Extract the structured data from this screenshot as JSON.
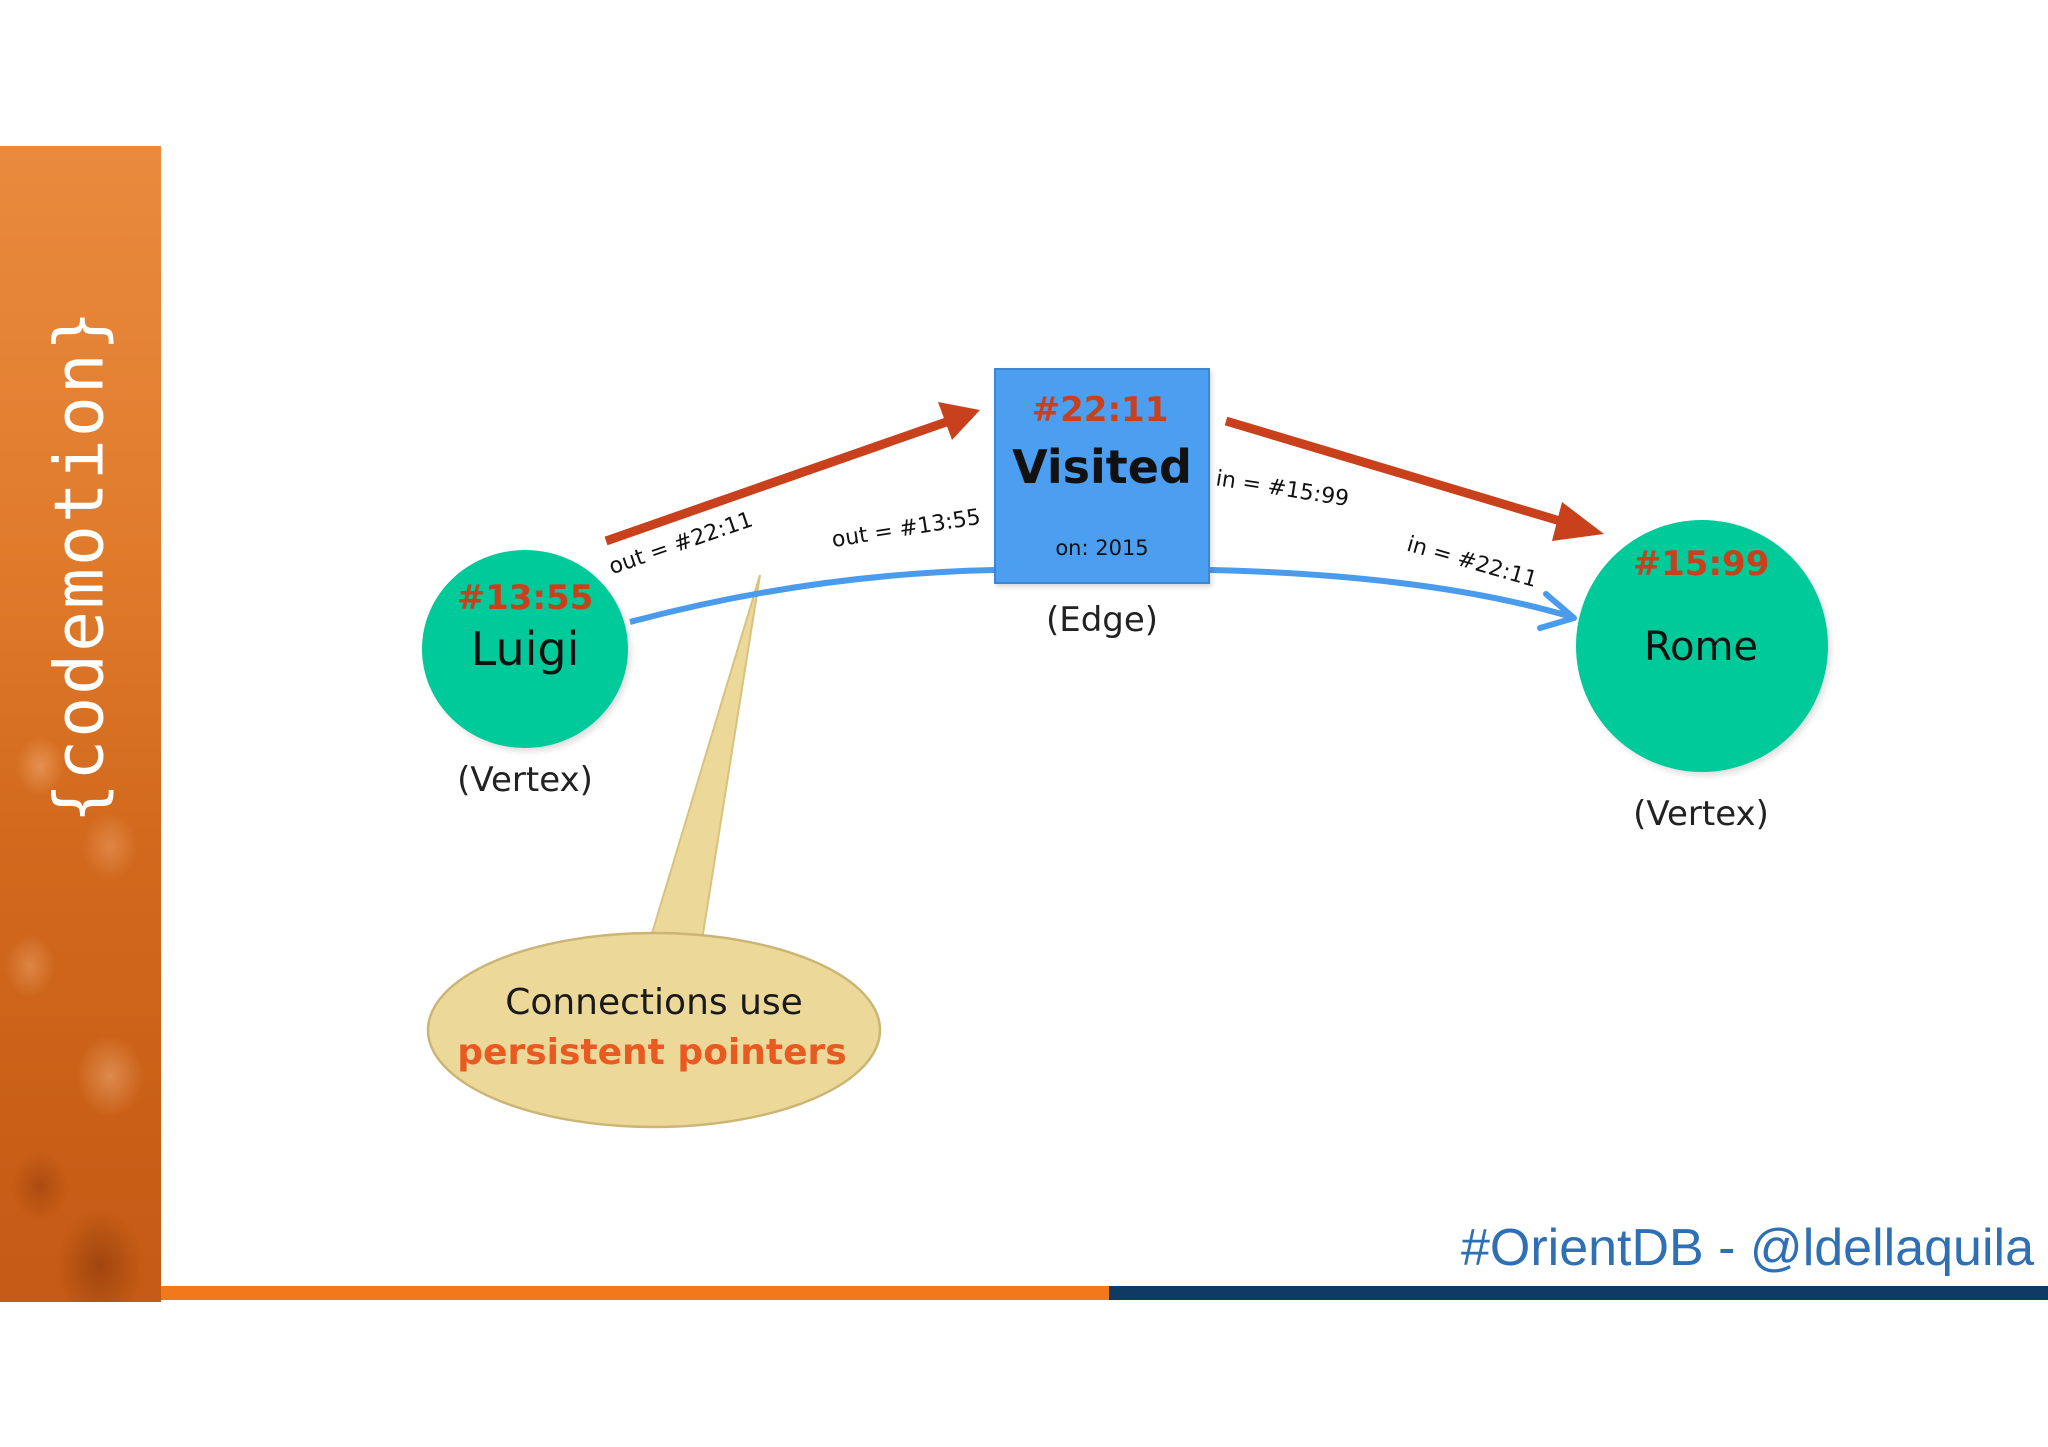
{
  "brand": {
    "logo_text": "{codemotion}"
  },
  "footer": {
    "hashtag": "#OrientDB - @ldellaquila"
  },
  "vertex_left": {
    "id": "#13:55",
    "name": "Luigi",
    "type": "(Vertex)"
  },
  "edge": {
    "id": "#22:11",
    "name": "Visited",
    "property": "on: 2015",
    "type": "(Edge)"
  },
  "vertex_right": {
    "id": "#15:99",
    "name": "Rome",
    "type": "(Vertex)"
  },
  "labels": {
    "left_out": "out = #22:11",
    "edge_out": "out = #13:55",
    "edge_in": "in = #15:99",
    "right_in": "in = #22:11"
  },
  "callout": {
    "line1": "Connections use",
    "line2": "persistent pointers"
  },
  "colors": {
    "vertex": "#00c99a",
    "edge_box": "#4b9ef0",
    "id_text": "#c8411c",
    "red_arrow": "#c8411c",
    "blue_arrow": "#4a9bec",
    "callout_fill": "#ecd99a",
    "footer_orange": "#f07a1a",
    "footer_navy": "#0f3b63"
  }
}
